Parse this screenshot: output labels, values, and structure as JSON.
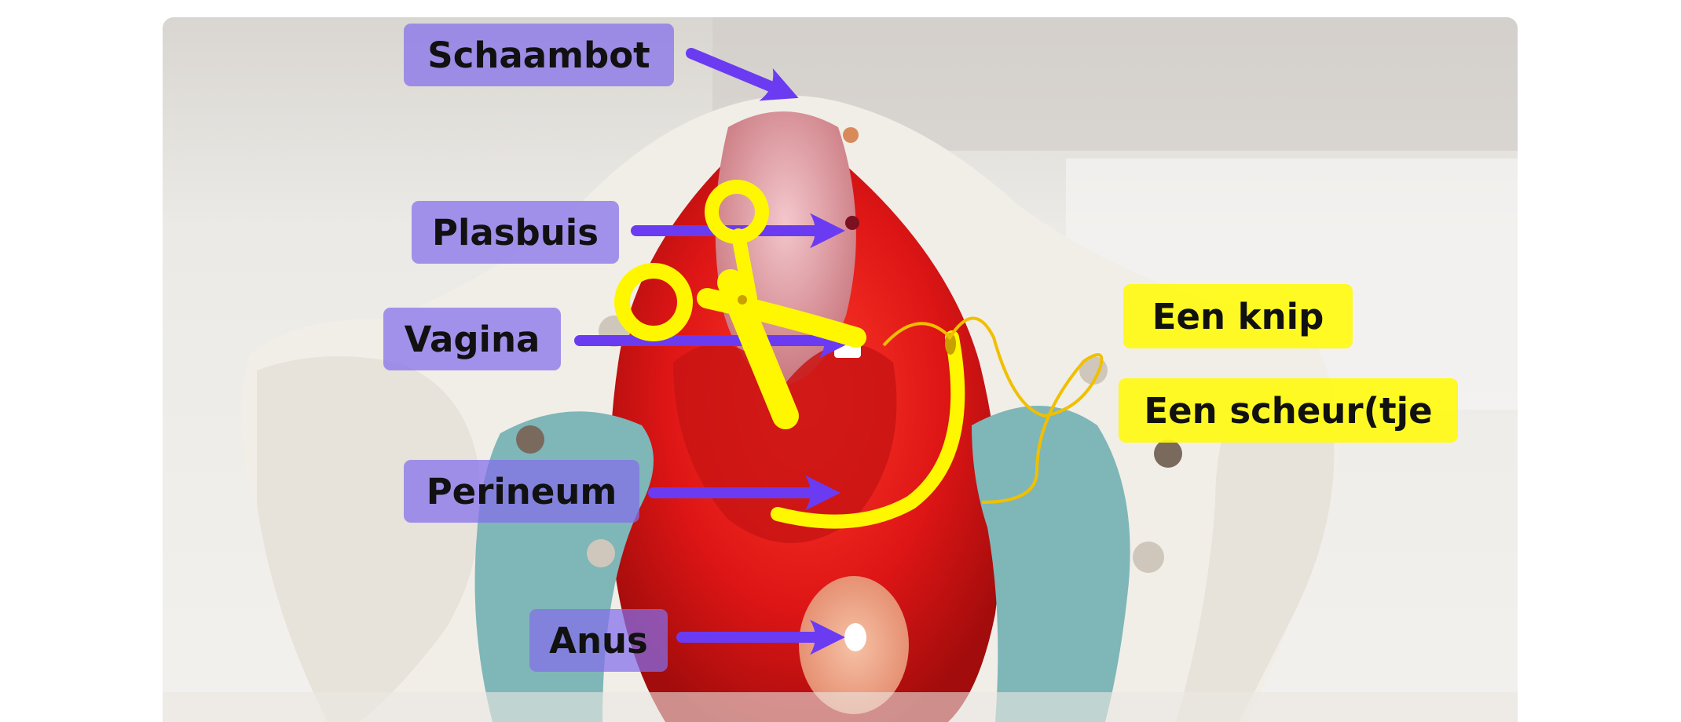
{
  "labels": {
    "schaambot": "Schaambot",
    "plasbuis": "Plasbuis",
    "vagina": "Vagina",
    "perineum": "Perineum",
    "anus": "Anus",
    "een_knip": "Een knip",
    "een_scheur": "Een scheur(tje"
  },
  "colors": {
    "label_purple": "#846EEC",
    "arrow_purple": "#6B3BF2",
    "highlight_yellow": "#FFF700",
    "muscle_red": "#E01818",
    "bone_white": "#F2EFEA",
    "cartilage_teal": "#7FB6B8"
  },
  "icons": {
    "cut": "scissors-icon",
    "tear": "needle-thread-icon"
  }
}
